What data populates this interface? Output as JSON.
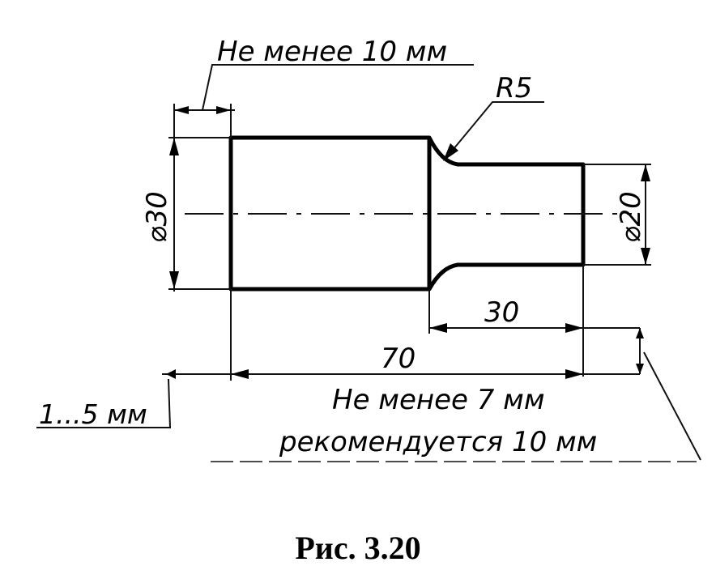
{
  "drawing": {
    "dims": {
      "wall_min": "Не менее 10 мм",
      "fillet": "R5",
      "dia_large": "⌀30",
      "dia_small": "⌀20",
      "len_small": "30",
      "len_total": "70",
      "gap": "1...5 мм",
      "clamp_min": "Не менее 7 мм",
      "clamp_rec": "рекомендуется 10 мм"
    },
    "caption": "Рис. 3.20"
  }
}
